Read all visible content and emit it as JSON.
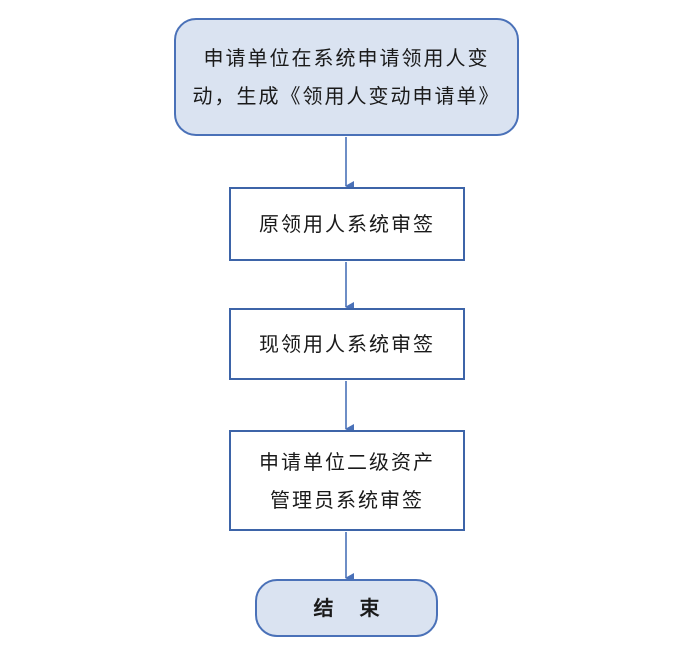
{
  "flowchart": {
    "colors": {
      "terminal_fill": "#dae3f1",
      "terminal_border": "#4a71b8",
      "process_border": "#3d64a8",
      "arrow": "#4a71b8"
    },
    "steps": [
      {
        "id": "apply",
        "lines": [
          "申请单位在系统申请领用人变",
          "动，生成《领用人变动申请单》"
        ]
      },
      {
        "id": "original-user-sign",
        "lines": [
          "原领用人系统审签"
        ]
      },
      {
        "id": "new-user-sign",
        "lines": [
          "现领用人系统审签"
        ]
      },
      {
        "id": "asset-admin-sign",
        "lines": [
          "申请单位二级资产",
          "管理员系统审签"
        ]
      },
      {
        "id": "end",
        "chars": [
          "结",
          "束"
        ]
      }
    ]
  }
}
